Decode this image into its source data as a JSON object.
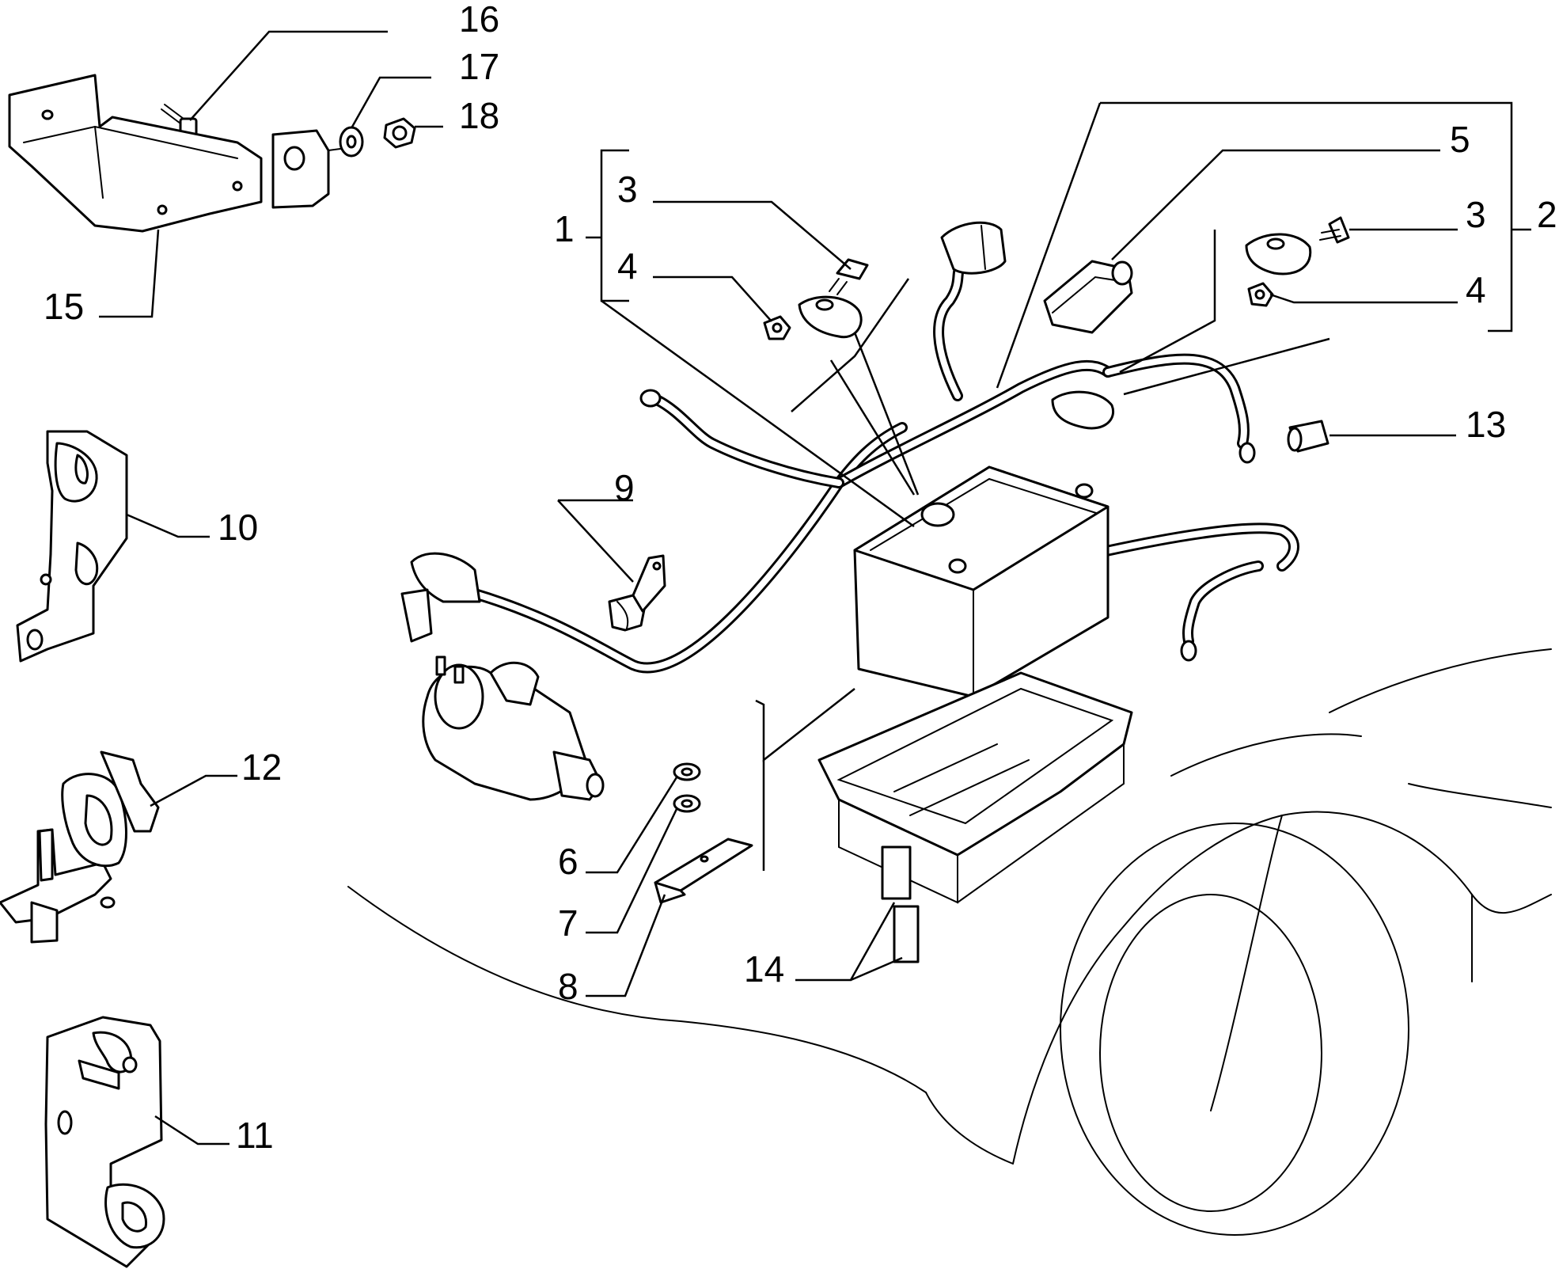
{
  "callouts": {
    "c1": "1",
    "c2": "2",
    "c3a": "3",
    "c3b": "3",
    "c4a": "4",
    "c4b": "4",
    "c5": "5",
    "c6": "6",
    "c7": "7",
    "c8": "8",
    "c9": "9",
    "c10": "10",
    "c11": "11",
    "c12": "12",
    "c13": "13",
    "c14": "14",
    "c15": "15",
    "c16": "16",
    "c17": "17",
    "c18": "18"
  }
}
